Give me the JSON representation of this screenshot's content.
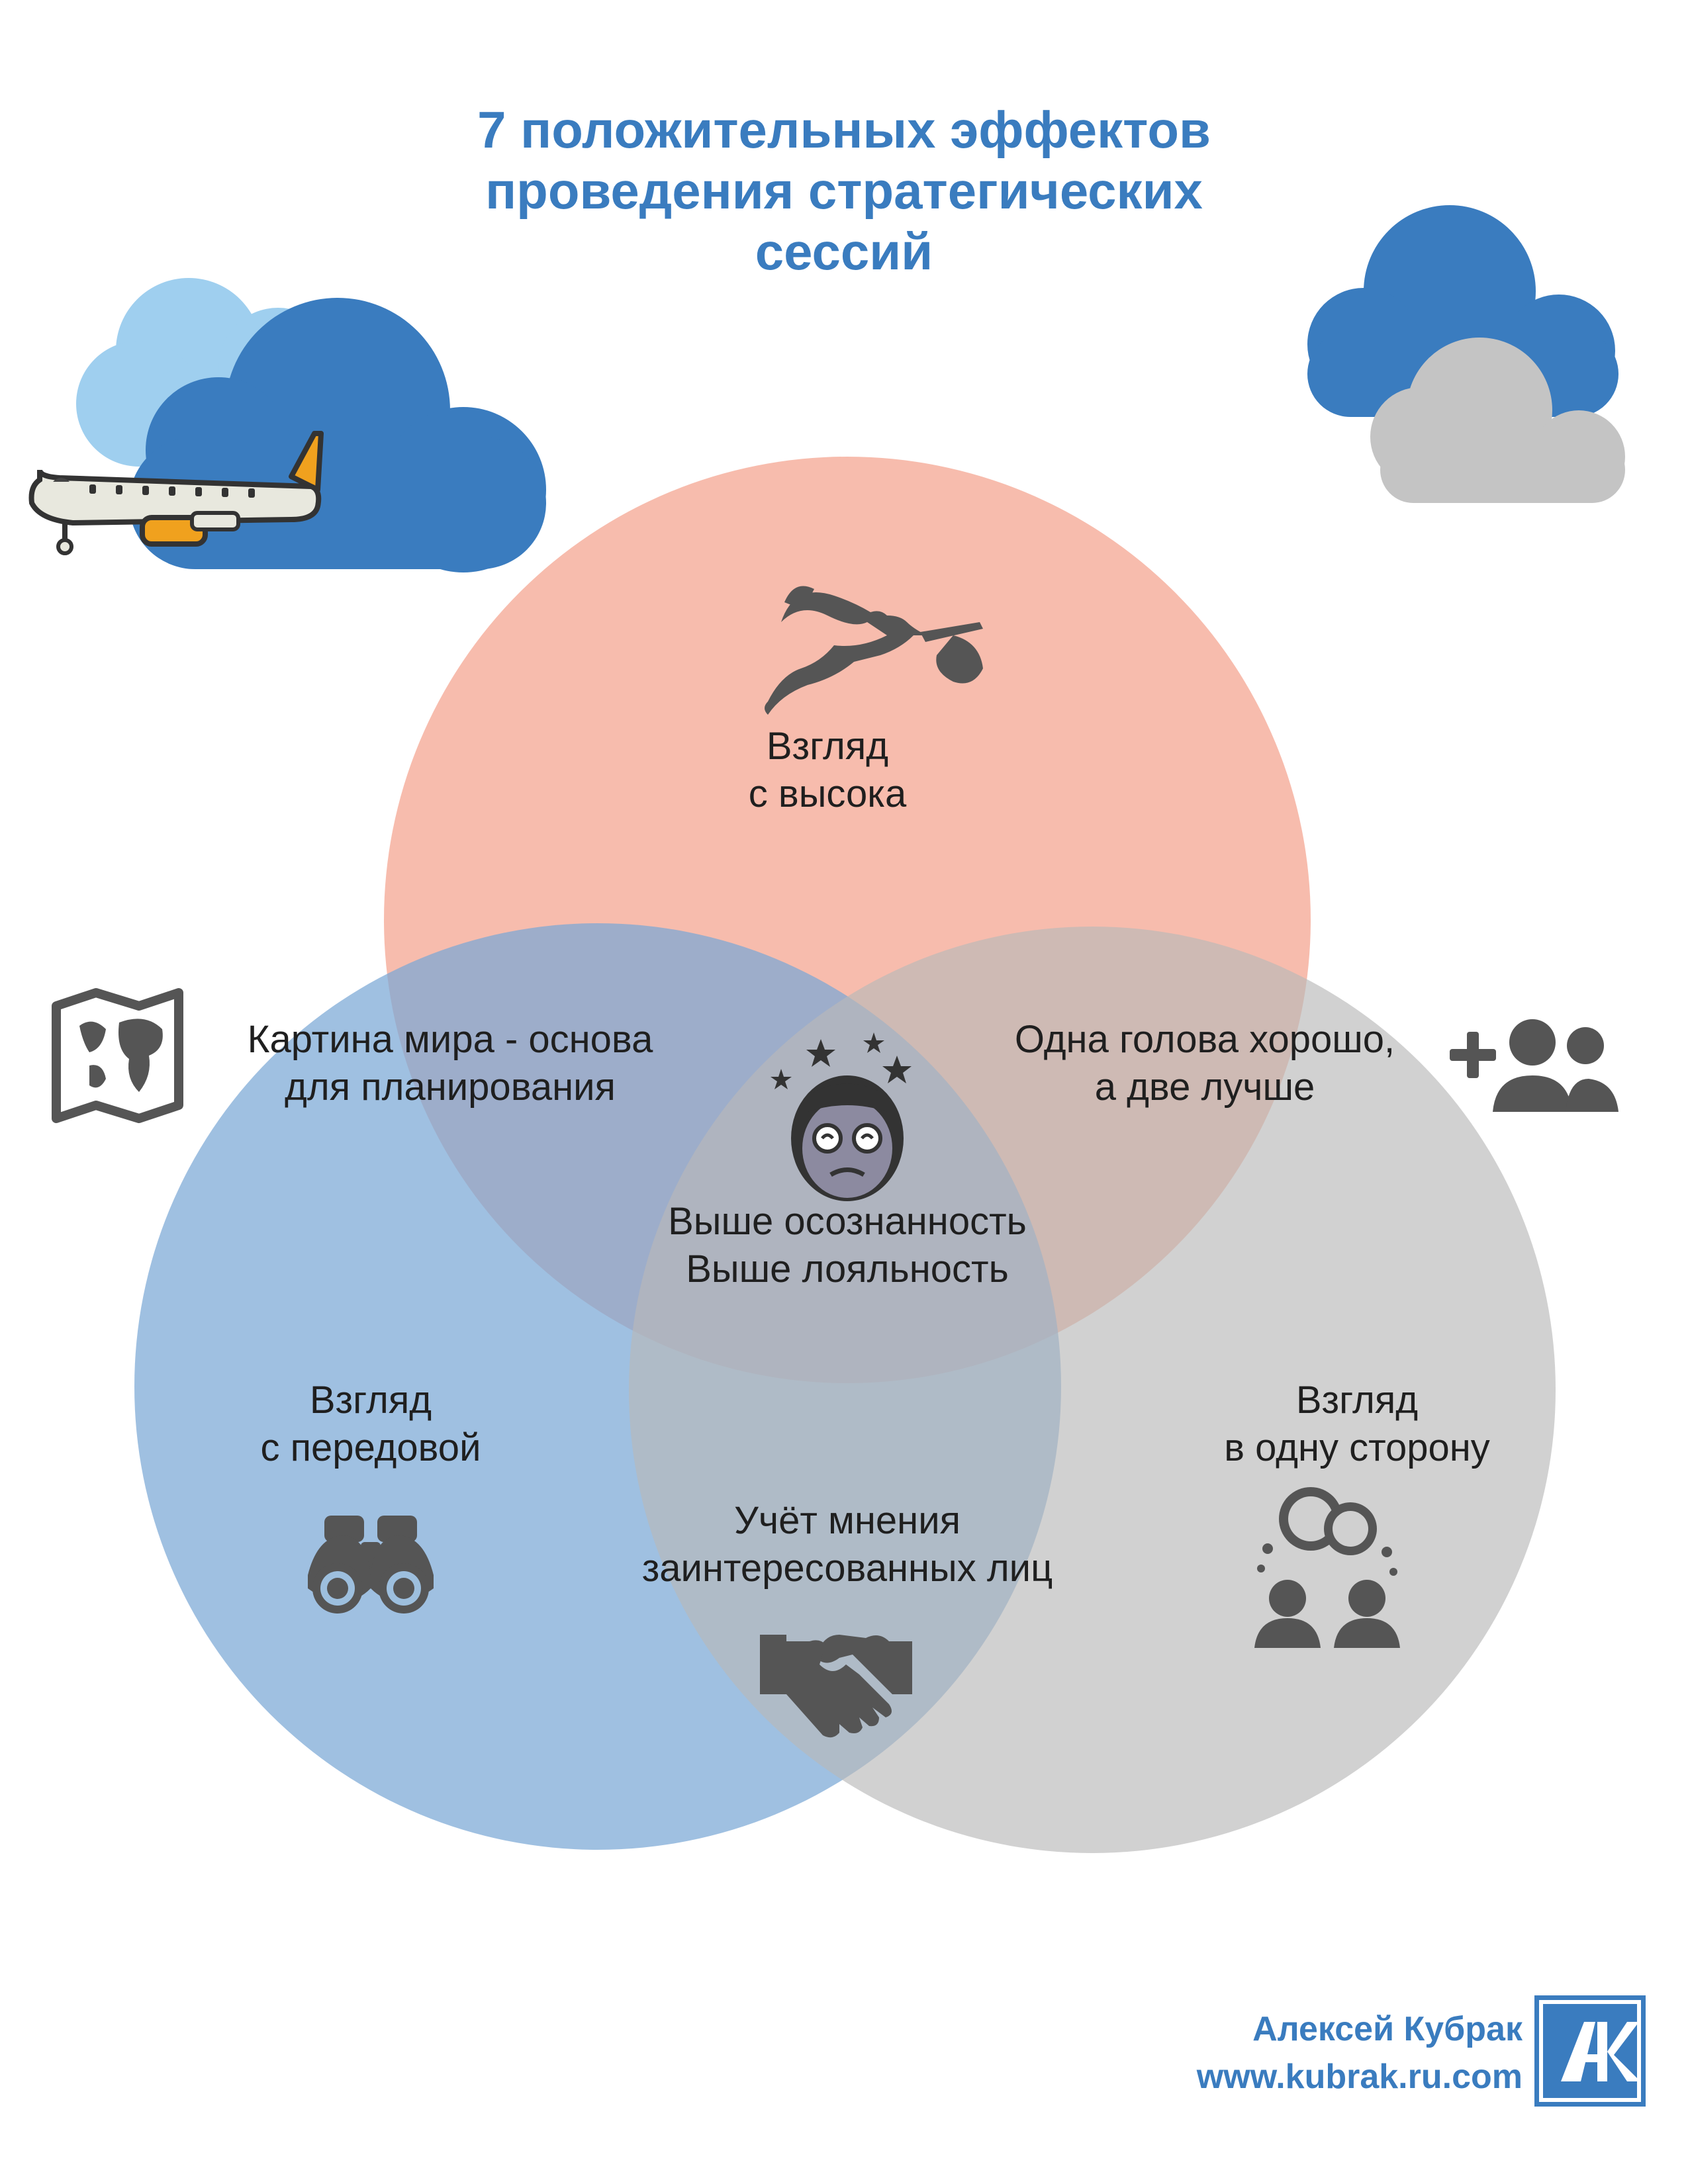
{
  "title": {
    "line1": "7 положительных эффектов",
    "line2": "проведения стратегических",
    "line3": "сессий"
  },
  "circles": {
    "top": {
      "color": "#f4a08a",
      "line1": "Взгляд",
      "line2": "с высока",
      "icon": "stork-icon"
    },
    "left": {
      "color": "#8ab1d9",
      "line1": "Взгляд",
      "line2": "с передовой",
      "icon": "binoculars-icon"
    },
    "right": {
      "color": "#c2c2c2",
      "line1": "Взгляд",
      "line2": "в одну сторону",
      "icon": "people-thinking-icon"
    }
  },
  "overlaps": {
    "top_left": {
      "line1": "Картина мира - основа",
      "line2": "для планирования",
      "icon": "world-map-icon"
    },
    "top_right": {
      "line1": "Одна голова хорошо,",
      "line2": "а две лучше",
      "icon": "add-people-icon"
    },
    "left_right": {
      "line1": "Учёт мнения",
      "line2": "заинтересованных лиц",
      "icon": "handshake-icon"
    },
    "center": {
      "line1": "Выше осознанность",
      "line2": "Выше лояльность",
      "icon": "dizzy-face-icon"
    }
  },
  "decor": {
    "cloud_left_icon": "cloud-icon",
    "airplane_icon": "airplane-icon",
    "cloud_right_icon": "cloud-icon"
  },
  "footer": {
    "author": "Алексей Кубрак",
    "site": "www.kubrak.ru.com",
    "logo_text": "АК"
  }
}
